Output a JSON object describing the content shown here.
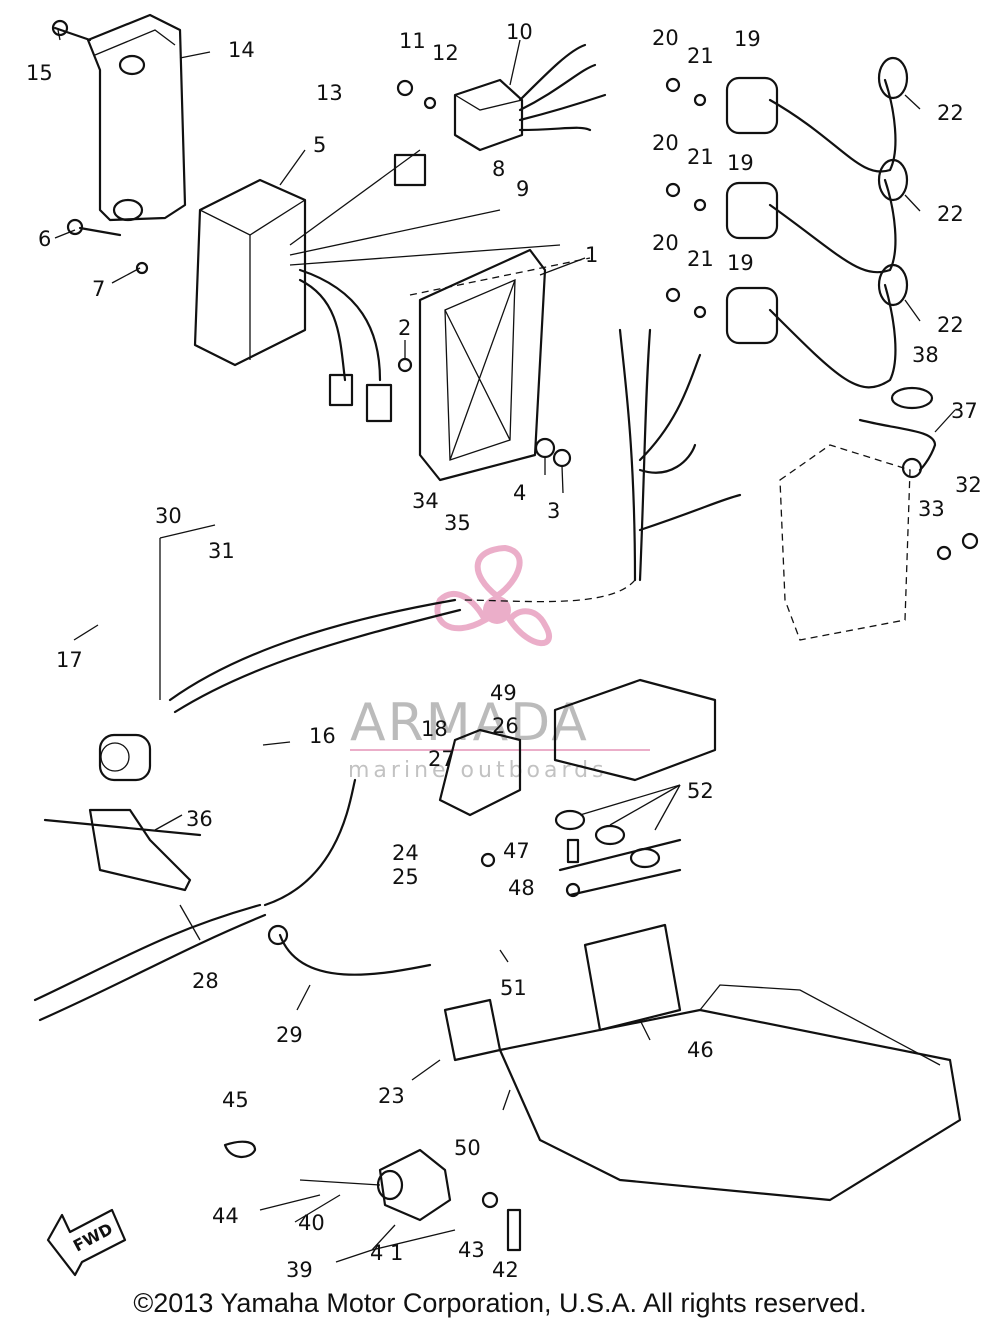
{
  "callouts": [
    {
      "id": "1",
      "label": "1"
    },
    {
      "id": "2",
      "label": "2"
    },
    {
      "id": "3",
      "label": "3"
    },
    {
      "id": "4",
      "label": "4"
    },
    {
      "id": "5",
      "label": "5"
    },
    {
      "id": "6",
      "label": "6"
    },
    {
      "id": "7",
      "label": "7"
    },
    {
      "id": "8",
      "label": "8"
    },
    {
      "id": "9",
      "label": "9"
    },
    {
      "id": "10",
      "label": "10"
    },
    {
      "id": "11",
      "label": "11"
    },
    {
      "id": "12",
      "label": "12"
    },
    {
      "id": "13",
      "label": "13"
    },
    {
      "id": "14",
      "label": "14"
    },
    {
      "id": "15",
      "label": "15"
    },
    {
      "id": "16",
      "label": "16"
    },
    {
      "id": "17",
      "label": "17"
    },
    {
      "id": "18",
      "label": "18"
    },
    {
      "id": "19a",
      "label": "19"
    },
    {
      "id": "19b",
      "label": "19"
    },
    {
      "id": "19c",
      "label": "19"
    },
    {
      "id": "20a",
      "label": "20"
    },
    {
      "id": "20b",
      "label": "20"
    },
    {
      "id": "20c",
      "label": "20"
    },
    {
      "id": "21a",
      "label": "21"
    },
    {
      "id": "21b",
      "label": "21"
    },
    {
      "id": "21c",
      "label": "21"
    },
    {
      "id": "22a",
      "label": "22"
    },
    {
      "id": "22b",
      "label": "22"
    },
    {
      "id": "22c",
      "label": "22"
    },
    {
      "id": "23",
      "label": "23"
    },
    {
      "id": "24",
      "label": "24"
    },
    {
      "id": "25",
      "label": "25"
    },
    {
      "id": "26",
      "label": "26"
    },
    {
      "id": "27",
      "label": "27"
    },
    {
      "id": "28",
      "label": "28"
    },
    {
      "id": "29",
      "label": "29"
    },
    {
      "id": "30",
      "label": "30"
    },
    {
      "id": "31",
      "label": "31"
    },
    {
      "id": "32",
      "label": "32"
    },
    {
      "id": "33",
      "label": "33"
    },
    {
      "id": "34",
      "label": "34"
    },
    {
      "id": "35",
      "label": "35"
    },
    {
      "id": "36",
      "label": "36"
    },
    {
      "id": "37",
      "label": "37"
    },
    {
      "id": "38",
      "label": "38"
    },
    {
      "id": "39",
      "label": "39"
    },
    {
      "id": "40",
      "label": "40"
    },
    {
      "id": "41",
      "label": "4 1"
    },
    {
      "id": "42",
      "label": "42"
    },
    {
      "id": "43",
      "label": "43"
    },
    {
      "id": "44",
      "label": "44"
    },
    {
      "id": "45",
      "label": "45"
    },
    {
      "id": "46",
      "label": "46"
    },
    {
      "id": "47",
      "label": "47"
    },
    {
      "id": "48",
      "label": "48"
    },
    {
      "id": "49",
      "label": "49"
    },
    {
      "id": "50",
      "label": "50"
    },
    {
      "id": "51",
      "label": "51"
    },
    {
      "id": "52",
      "label": "52"
    }
  ],
  "fwd_label": "FWD",
  "watermark": {
    "brand": "ARMADA",
    "tagline": "marine outboards",
    "logo_color": "#e8a0c0"
  },
  "copyright": "©2013 Yamaha Motor Corporation, U.S.A. All rights reserved."
}
